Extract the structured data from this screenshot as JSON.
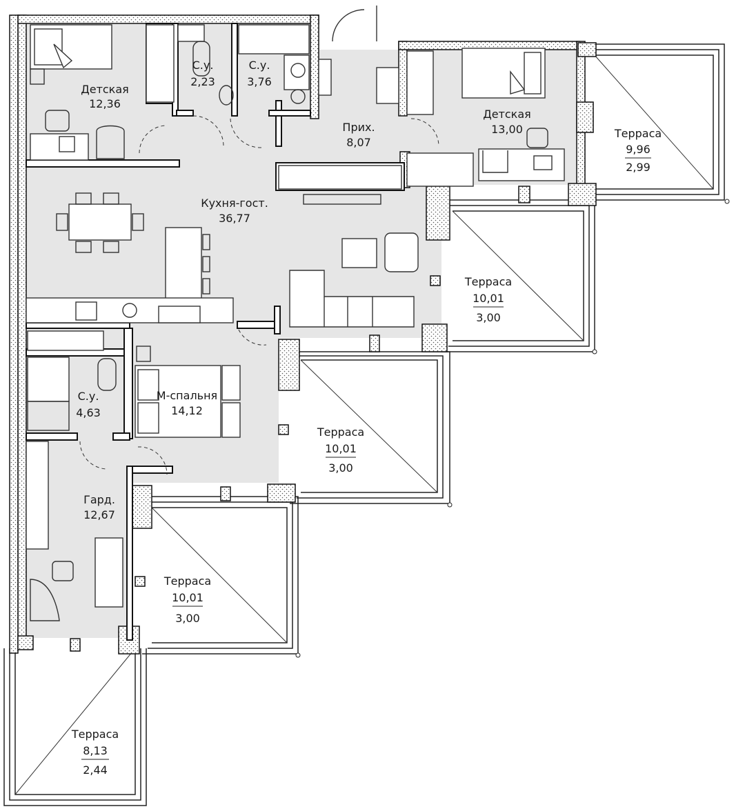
{
  "colors": {
    "interior_fill": "#e6e6e6",
    "wall_stroke": "#111111",
    "terrace_fill": "#ffffff"
  },
  "rooms": {
    "kids1": {
      "name": "Детская",
      "area": "12,36"
    },
    "bath1": {
      "name": "С.у.",
      "area": "2,23"
    },
    "bath2": {
      "name": "С.у.",
      "area": "3,76"
    },
    "hall": {
      "name": "Прих.",
      "area": "8,07"
    },
    "kids2": {
      "name": "Детская",
      "area": "13,00"
    },
    "kitchen": {
      "name": "Кухня-гост.",
      "area": "36,77"
    },
    "bath3": {
      "name": "С.у.",
      "area": "4,63"
    },
    "master": {
      "name": "М-спальня",
      "area": "14,12"
    },
    "wardrobe": {
      "name": "Гард.",
      "area": "12,67"
    }
  },
  "terraces": {
    "t1": {
      "name": "Терраса",
      "area": "9,96",
      "sub": "2,99"
    },
    "t2": {
      "name": "Терраса",
      "area": "10,01",
      "sub": "3,00"
    },
    "t3": {
      "name": "Терраса",
      "area": "10,01",
      "sub": "3,00"
    },
    "t4": {
      "name": "Терраса",
      "area": "10,01",
      "sub": "3,00"
    },
    "t5": {
      "name": "Терраса",
      "area": "8,13",
      "sub": "2,44"
    }
  }
}
